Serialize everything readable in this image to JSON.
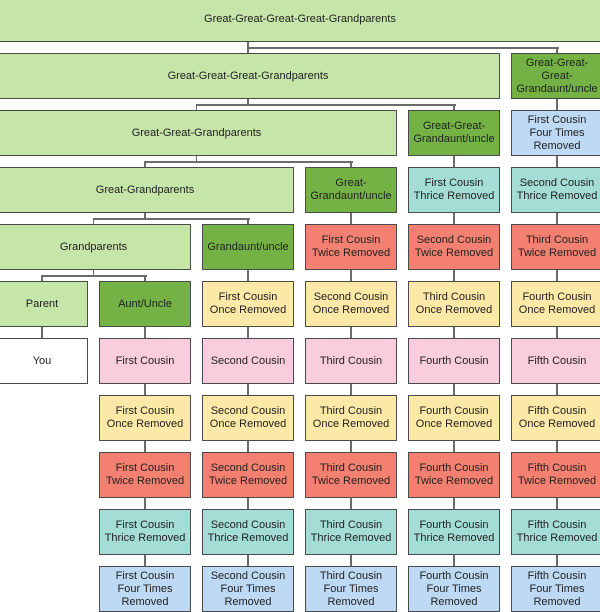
{
  "colors": {
    "lightgreen": "#c6e5a9",
    "darkgreen": "#74b245",
    "pink": "#f9cddd",
    "yellow": "#fde9a7",
    "red": "#f38070",
    "teal": "#a4ddd5",
    "blue": "#bdd9f3",
    "white": "#ffffff"
  },
  "boxes": [
    {
      "label": "Great-Great-Great-Great-Grandparents",
      "color": "lightgreen"
    },
    {
      "label": "Great-Great-Great-Grandparents",
      "color": "lightgreen"
    },
    {
      "label": "Great-Great-Great-Grandaunt/uncle",
      "color": "darkgreen"
    },
    {
      "label": "Great-Great-Grandparents",
      "color": "lightgreen"
    },
    {
      "label": "Great-Great-Grandaunt/uncle",
      "color": "darkgreen"
    },
    {
      "label": "First Cousin Four Times Removed",
      "color": "blue"
    },
    {
      "label": "Great-Grandparents",
      "color": "lightgreen"
    },
    {
      "label": "Great-Grandaunt/uncle",
      "color": "darkgreen"
    },
    {
      "label": "First Cousin Thrice Removed",
      "color": "teal"
    },
    {
      "label": "Second Cousin Thrice Removed",
      "color": "teal"
    },
    {
      "label": "Grandparents",
      "color": "lightgreen"
    },
    {
      "label": "Grandaunt/uncle",
      "color": "darkgreen"
    },
    {
      "label": "First Cousin Twice Removed",
      "color": "red"
    },
    {
      "label": "Second Cousin Twice Removed",
      "color": "red"
    },
    {
      "label": "Third Cousin Twice Removed",
      "color": "red"
    },
    {
      "label": "Parent",
      "color": "lightgreen"
    },
    {
      "label": "Aunt/Uncle",
      "color": "darkgreen"
    },
    {
      "label": "First Cousin Once Removed",
      "color": "yellow"
    },
    {
      "label": "Second Cousin Once Removed",
      "color": "yellow"
    },
    {
      "label": "Third Cousin Once Removed",
      "color": "yellow"
    },
    {
      "label": "Fourth Cousin Once Removed",
      "color": "yellow"
    },
    {
      "label": "You",
      "color": "white"
    },
    {
      "label": "First Cousin",
      "color": "pink"
    },
    {
      "label": "Second Cousin",
      "color": "pink"
    },
    {
      "label": "Third Cousin",
      "color": "pink"
    },
    {
      "label": "Fourth Cousin",
      "color": "pink"
    },
    {
      "label": "Fifth Cousin",
      "color": "pink"
    },
    {
      "label": "First Cousin Once Removed",
      "color": "yellow"
    },
    {
      "label": "Second Cousin Once Removed",
      "color": "yellow"
    },
    {
      "label": "Third Cousin Once Removed",
      "color": "yellow"
    },
    {
      "label": "Fourth Cousin Once Removed",
      "color": "yellow"
    },
    {
      "label": "Fifth Cousin Once Removed",
      "color": "yellow"
    },
    {
      "label": "First Cousin Twice Removed",
      "color": "red"
    },
    {
      "label": "Second Cousin Twice Removed",
      "color": "red"
    },
    {
      "label": "Third Cousin Twice Removed",
      "color": "red"
    },
    {
      "label": "Fourth Cousin Twice Removed",
      "color": "red"
    },
    {
      "label": "Fifth Cousin Twice Removed",
      "color": "red"
    },
    {
      "label": "First Cousin Thrice Removed",
      "color": "teal"
    },
    {
      "label": "Second Cousin Thrice Removed",
      "color": "teal"
    },
    {
      "label": "Third Cousin Thrice Removed",
      "color": "teal"
    },
    {
      "label": "Fourth Cousin Thrice Removed",
      "color": "teal"
    },
    {
      "label": "Fifth Cousin Thrice Removed",
      "color": "teal"
    },
    {
      "label": "First Cousin Four Times Removed",
      "color": "blue"
    },
    {
      "label": "Second Cousin Four Times Removed",
      "color": "blue"
    },
    {
      "label": "Third Cousin Four Times Removed",
      "color": "blue"
    },
    {
      "label": "Fourth Cousin Four Times Removed",
      "color": "blue"
    },
    {
      "label": "Fifth Cousin Four Times Removed",
      "color": "blue"
    }
  ]
}
